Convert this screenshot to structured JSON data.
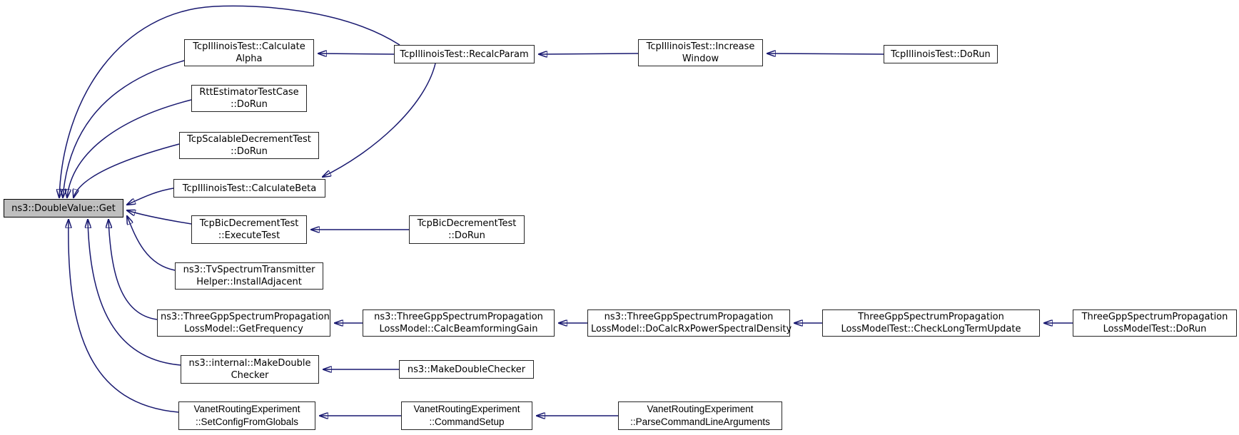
{
  "diagram": {
    "kind": "doxygen-caller-graph",
    "edge_color": "#191970",
    "main_node_fill": "#bfbfbf",
    "node_fill": "#ffffff",
    "node_border": "#262626"
  },
  "nodes": {
    "main": {
      "line1": "ns3::DoubleValue::Get"
    },
    "calc_alpha": {
      "line1": "TcpIllinoisTest::Calculate",
      "line2": "Alpha"
    },
    "recalc_param": {
      "line1": "TcpIllinoisTest::RecalcParam"
    },
    "increase_window": {
      "line1": "TcpIllinoisTest::Increase",
      "line2": "Window"
    },
    "illinois_dorun": {
      "line1": "TcpIllinoisTest::DoRun"
    },
    "rtt_dorun": {
      "line1": "RttEstimatorTestCase",
      "line2": "::DoRun"
    },
    "scalable_dorun": {
      "line1": "TcpScalableDecrementTest",
      "line2": "::DoRun"
    },
    "calculate_beta": {
      "line1": "TcpIllinoisTest::CalculateBeta"
    },
    "execute_test": {
      "line1": "TcpBicDecrementTest",
      "line2": "::ExecuteTest"
    },
    "bic_dorun": {
      "line1": "TcpBicDecrementTest",
      "line2": "::DoRun"
    },
    "tv_install": {
      "line1": "ns3::TvSpectrumTransmitter",
      "line2": "Helper::InstallAdjacent"
    },
    "get_frequency": {
      "line1": "ns3::ThreeGppSpectrumPropagation",
      "line2": "LossModel::GetFrequency"
    },
    "calc_beamforming": {
      "line1": "ns3::ThreeGppSpectrumPropagation",
      "line2": "LossModel::CalcBeamformingGain"
    },
    "docalc_rx": {
      "line1": "ns3::ThreeGppSpectrumPropagation",
      "line2": "LossModel::DoCalcRxPowerSpectralDensity"
    },
    "check_longterm": {
      "line1": "ThreeGppSpectrumPropagation",
      "line2": "LossModelTest::CheckLongTermUpdate"
    },
    "threegpp_dorun": {
      "line1": "ThreeGppSpectrumPropagation",
      "line2": "LossModelTest::DoRun"
    },
    "make_double_internal": {
      "line1": "ns3::internal::MakeDouble",
      "line2": "Checker"
    },
    "make_double_checker": {
      "line1": "ns3::MakeDoubleChecker"
    },
    "set_config": {
      "line1": "VanetRoutingExperiment",
      "line2": "::SetConfigFromGlobals"
    },
    "command_setup": {
      "line1": "VanetRoutingExperiment",
      "line2": "::CommandSetup"
    },
    "parse_command": {
      "line1": "VanetRoutingExperiment",
      "line2": "::ParseCommandLineArguments"
    }
  },
  "edges": [
    {
      "from": "recalc_param",
      "to": "calc_alpha"
    },
    {
      "from": "increase_window",
      "to": "recalc_param"
    },
    {
      "from": "illinois_dorun",
      "to": "increase_window"
    },
    {
      "from": "recalc_param",
      "to": "calculate_beta"
    },
    {
      "from": "recalc_param",
      "to": "main"
    },
    {
      "from": "calc_alpha",
      "to": "main"
    },
    {
      "from": "rtt_dorun",
      "to": "main"
    },
    {
      "from": "scalable_dorun",
      "to": "main"
    },
    {
      "from": "calculate_beta",
      "to": "main"
    },
    {
      "from": "execute_test",
      "to": "main"
    },
    {
      "from": "bic_dorun",
      "to": "execute_test"
    },
    {
      "from": "tv_install",
      "to": "main"
    },
    {
      "from": "get_frequency",
      "to": "main"
    },
    {
      "from": "calc_beamforming",
      "to": "get_frequency"
    },
    {
      "from": "docalc_rx",
      "to": "calc_beamforming"
    },
    {
      "from": "check_longterm",
      "to": "docalc_rx"
    },
    {
      "from": "threegpp_dorun",
      "to": "check_longterm"
    },
    {
      "from": "make_double_internal",
      "to": "main"
    },
    {
      "from": "make_double_checker",
      "to": "make_double_internal"
    },
    {
      "from": "set_config",
      "to": "main"
    },
    {
      "from": "command_setup",
      "to": "set_config"
    },
    {
      "from": "parse_command",
      "to": "command_setup"
    }
  ]
}
